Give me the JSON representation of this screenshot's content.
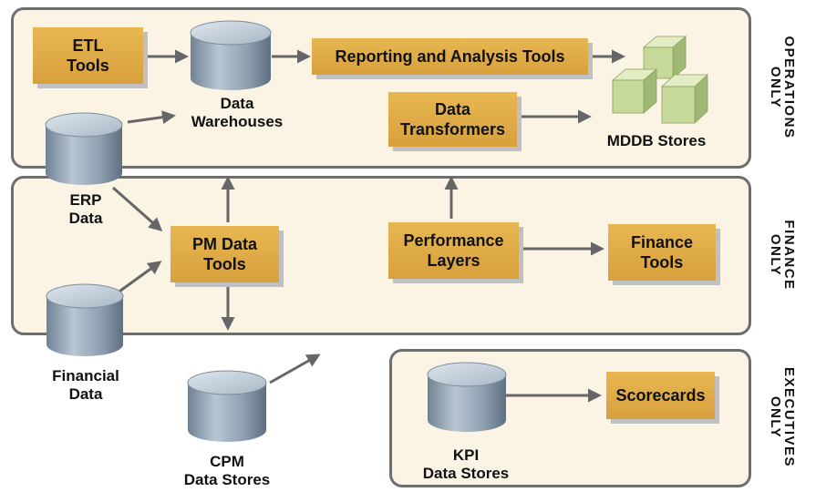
{
  "regions": {
    "operations": "OPERATIONS ONLY",
    "finance": "FINANCE ONLY",
    "executives": "EXECUTIVES ONLY"
  },
  "boxes": {
    "etl_tools": "ETL\nTools",
    "reporting_tools": "Reporting and Analysis Tools",
    "data_transformers": "Data\nTransformers",
    "pm_data_tools": "PM Data\nTools",
    "performance_layers": "Performance\nLayers",
    "finance_tools": "Finance\nTools",
    "scorecards": "Scorecards"
  },
  "stores": {
    "data_warehouses": "Data\nWarehouses",
    "erp_data": "ERP\nData",
    "financial_data": "Financial\nData",
    "cpm_data_stores": "CPM\nData Stores",
    "kpi_data_stores": "KPI\nData Stores",
    "mddb_stores": "MDDB Stores"
  },
  "colors": {
    "box_fill": "#dfa843",
    "region_fill": "#fbf4e4",
    "region_border": "#6e6e6e",
    "cylinder": "#8a9cad",
    "cube": "#c6d99a",
    "arrow": "#666666"
  }
}
